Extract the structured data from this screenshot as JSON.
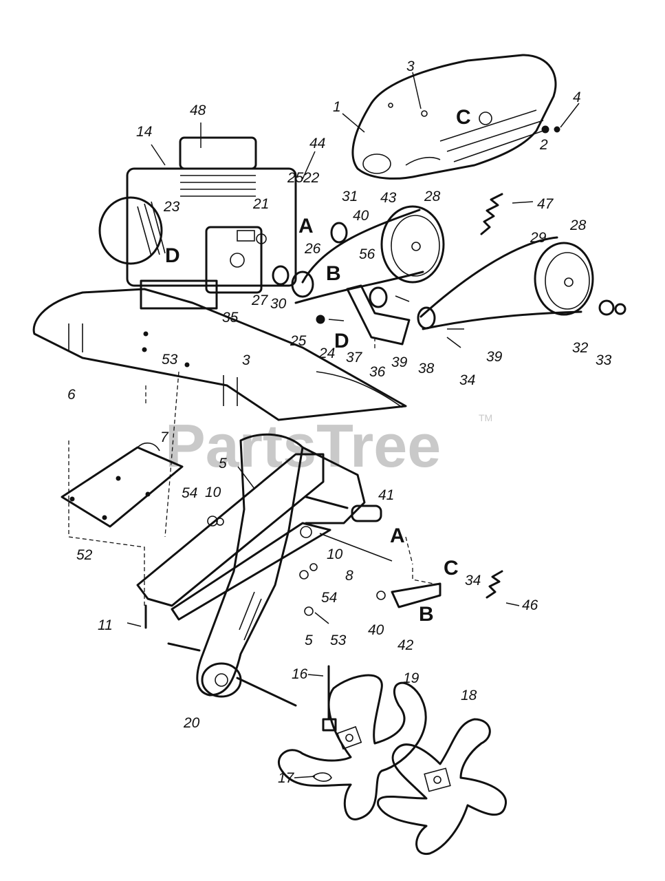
{
  "watermark": {
    "text": "PartsTree",
    "trademark": "TM"
  },
  "labels": [
    {
      "id": "l1",
      "text": "1"
    },
    {
      "id": "l2",
      "text": "2"
    },
    {
      "id": "l3a",
      "text": "3"
    },
    {
      "id": "l3b",
      "text": "3"
    },
    {
      "id": "l4",
      "text": "4"
    },
    {
      "id": "l5a",
      "text": "5"
    },
    {
      "id": "l5b",
      "text": "5"
    },
    {
      "id": "l6",
      "text": "6"
    },
    {
      "id": "l7",
      "text": "7"
    },
    {
      "id": "l8",
      "text": "8"
    },
    {
      "id": "l10a",
      "text": "10"
    },
    {
      "id": "l10b",
      "text": "10"
    },
    {
      "id": "l11",
      "text": "11"
    },
    {
      "id": "l14",
      "text": "14"
    },
    {
      "id": "l16",
      "text": "16"
    },
    {
      "id": "l17",
      "text": "17"
    },
    {
      "id": "l18",
      "text": "18"
    },
    {
      "id": "l19",
      "text": "19"
    },
    {
      "id": "l20",
      "text": "20"
    },
    {
      "id": "l21",
      "text": "21"
    },
    {
      "id": "l22",
      "text": "22"
    },
    {
      "id": "l23",
      "text": "23"
    },
    {
      "id": "l24",
      "text": "24"
    },
    {
      "id": "l25a",
      "text": "25"
    },
    {
      "id": "l25b",
      "text": "25"
    },
    {
      "id": "l26",
      "text": "26"
    },
    {
      "id": "l27",
      "text": "27"
    },
    {
      "id": "l28a",
      "text": "28"
    },
    {
      "id": "l28b",
      "text": "28"
    },
    {
      "id": "l29",
      "text": "29"
    },
    {
      "id": "l30",
      "text": "30"
    },
    {
      "id": "l31",
      "text": "31"
    },
    {
      "id": "l32",
      "text": "32"
    },
    {
      "id": "l33",
      "text": "33"
    },
    {
      "id": "l34a",
      "text": "34"
    },
    {
      "id": "l34b",
      "text": "34"
    },
    {
      "id": "l35",
      "text": "35"
    },
    {
      "id": "l36",
      "text": "36"
    },
    {
      "id": "l37",
      "text": "37"
    },
    {
      "id": "l38",
      "text": "38"
    },
    {
      "id": "l39a",
      "text": "39"
    },
    {
      "id": "l39b",
      "text": "39"
    },
    {
      "id": "l40a",
      "text": "40"
    },
    {
      "id": "l40b",
      "text": "40"
    },
    {
      "id": "l41",
      "text": "41"
    },
    {
      "id": "l42",
      "text": "42"
    },
    {
      "id": "l43",
      "text": "43"
    },
    {
      "id": "l44",
      "text": "44"
    },
    {
      "id": "l46",
      "text": "46"
    },
    {
      "id": "l47",
      "text": "47"
    },
    {
      "id": "l48",
      "text": "48"
    },
    {
      "id": "l52",
      "text": "52"
    },
    {
      "id": "l53a",
      "text": "53"
    },
    {
      "id": "l53b",
      "text": "53"
    },
    {
      "id": "l54a",
      "text": "54"
    },
    {
      "id": "l54b",
      "text": "54"
    },
    {
      "id": "l56",
      "text": "56"
    }
  ],
  "letters": [
    {
      "id": "A1",
      "text": "A"
    },
    {
      "id": "A2",
      "text": "A"
    },
    {
      "id": "B1",
      "text": "B"
    },
    {
      "id": "B2",
      "text": "B"
    },
    {
      "id": "C1",
      "text": "C"
    },
    {
      "id": "C2",
      "text": "C"
    },
    {
      "id": "D1",
      "text": "D"
    },
    {
      "id": "D2",
      "text": "D"
    }
  ]
}
